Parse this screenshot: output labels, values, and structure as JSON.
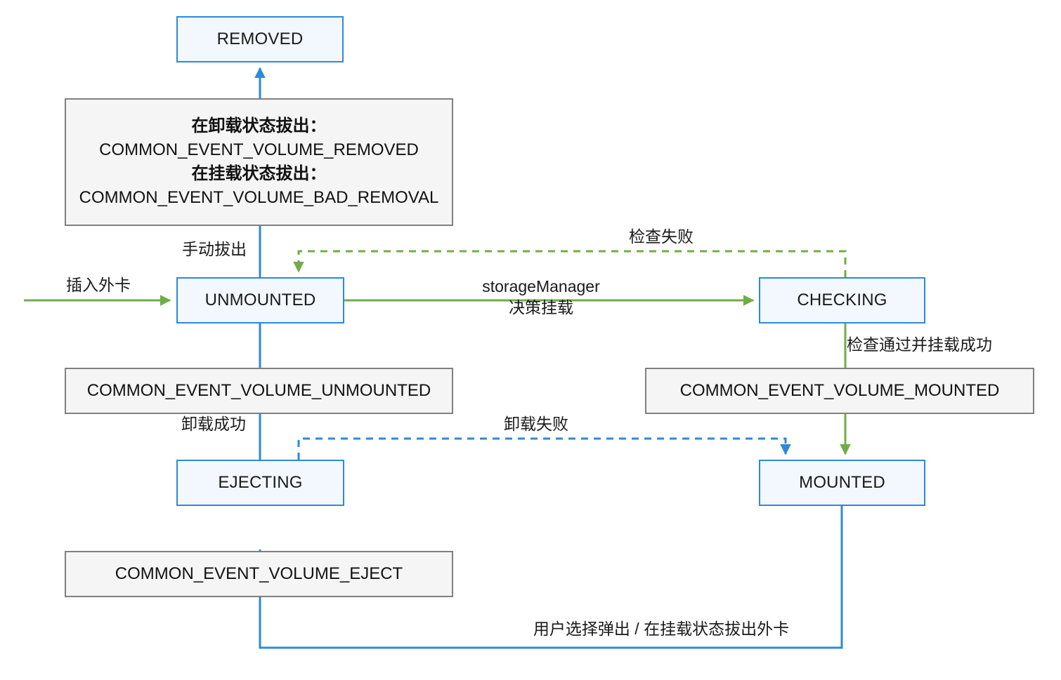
{
  "diagram": {
    "title": "Volume state machine",
    "colors": {
      "state_border": "#2d8ad8",
      "state_fill": "#f2f8fe",
      "note_border": "#808080",
      "note_fill": "#f5f5f5",
      "green_edge": "#70ad47",
      "blue_edge": "#2d8ad8",
      "text": "#1a1a1a"
    }
  },
  "states": [
    {
      "id": "removed",
      "label": "REMOVED"
    },
    {
      "id": "unmounted",
      "label": "UNMOUNTED"
    },
    {
      "id": "checking",
      "label": "CHECKING"
    },
    {
      "id": "ejecting",
      "label": "EJECTING"
    },
    {
      "id": "mounted",
      "label": "MOUNTED"
    }
  ],
  "notes": [
    {
      "id": "removal-note",
      "lines": [
        {
          "text": "在卸载状态拔出：",
          "bold": true
        },
        {
          "text": "COMMON_EVENT_VOLUME_REMOVED",
          "bold": false
        },
        {
          "text": "在挂载状态拔出：",
          "bold": true
        },
        {
          "text": "COMMON_EVENT_VOLUME_BAD_REMOVAL",
          "bold": false
        }
      ]
    },
    {
      "id": "unmounted-note",
      "lines": [
        {
          "text": "COMMON_EVENT_VOLUME_UNMOUNTED",
          "bold": false
        }
      ]
    },
    {
      "id": "mounted-note",
      "lines": [
        {
          "text": "COMMON_EVENT_VOLUME_MOUNTED",
          "bold": false
        }
      ]
    },
    {
      "id": "eject-note",
      "lines": [
        {
          "text": "COMMON_EVENT_VOLUME_EJECT",
          "bold": false
        }
      ]
    }
  ],
  "edge_labels": {
    "insert_card": "插入外卡",
    "manual_pull_out": "手动拔出",
    "storage_manager_line1": "storageManager",
    "storage_manager_line2": "决策挂载",
    "check_failed": "检查失败",
    "check_pass_mount_ok": "检查通过并挂载成功",
    "unmount_success": "卸载成功",
    "unmount_failed": "卸载失败",
    "user_eject_or_pull": "用户选择弹出 / 在挂载状态拔出外卡"
  }
}
